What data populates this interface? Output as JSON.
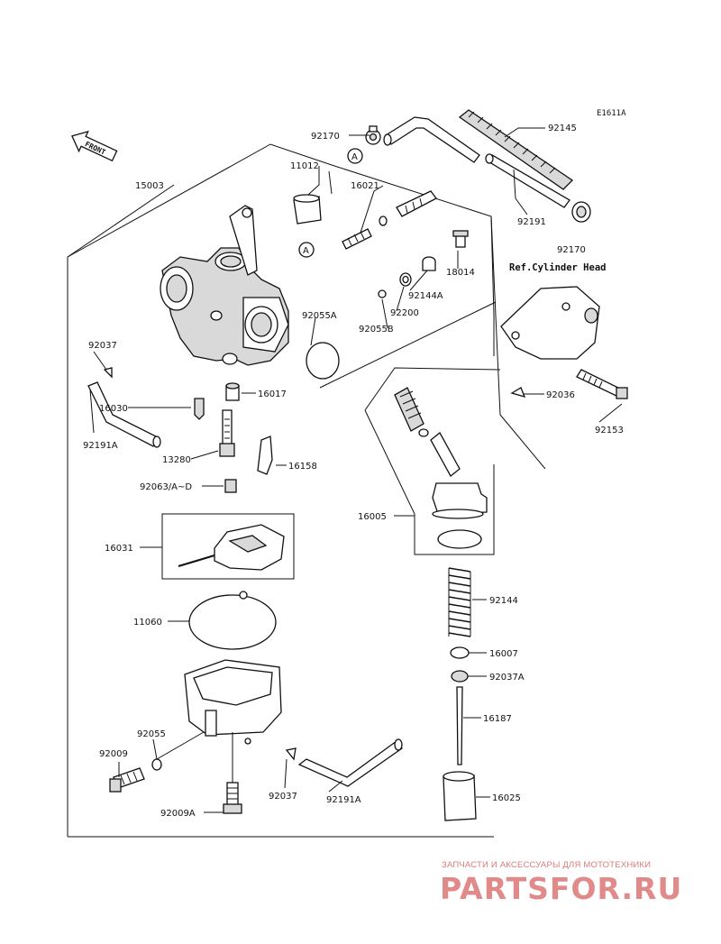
{
  "diagram": {
    "code": "E1611A",
    "front_label": "FRONT",
    "ref_label": "Ref.Cylinder Head",
    "callout_a": "A",
    "parts": [
      {
        "key": "p92170a",
        "label": "92170"
      },
      {
        "key": "p92145",
        "label": "92145"
      },
      {
        "key": "p15003",
        "label": "15003"
      },
      {
        "key": "p11012",
        "label": "11012"
      },
      {
        "key": "p16021",
        "label": "16021"
      },
      {
        "key": "p92191",
        "label": "92191"
      },
      {
        "key": "p92170b",
        "label": "92170"
      },
      {
        "key": "p18014",
        "label": "18014"
      },
      {
        "key": "p92144A",
        "label": "92144A"
      },
      {
        "key": "p92200",
        "label": "92200"
      },
      {
        "key": "p92055A",
        "label": "92055A"
      },
      {
        "key": "p92055B",
        "label": "92055B"
      },
      {
        "key": "p92037a",
        "label": "92037"
      },
      {
        "key": "p16030",
        "label": "16030"
      },
      {
        "key": "p16017",
        "label": "16017"
      },
      {
        "key": "p92191A_a",
        "label": "92191A"
      },
      {
        "key": "p13280",
        "label": "13280"
      },
      {
        "key": "p16158",
        "label": "16158"
      },
      {
        "key": "p92063",
        "label": "92063/A~D"
      },
      {
        "key": "p92036",
        "label": "92036"
      },
      {
        "key": "p92153",
        "label": "92153"
      },
      {
        "key": "p16005",
        "label": "16005"
      },
      {
        "key": "p16031",
        "label": "16031"
      },
      {
        "key": "p92144",
        "label": "92144"
      },
      {
        "key": "p11060",
        "label": "11060"
      },
      {
        "key": "p16007",
        "label": "16007"
      },
      {
        "key": "p92037A",
        "label": "92037A"
      },
      {
        "key": "p16187",
        "label": "16187"
      },
      {
        "key": "p92055",
        "label": "92055"
      },
      {
        "key": "p92009",
        "label": "92009"
      },
      {
        "key": "p92037b",
        "label": "92037"
      },
      {
        "key": "p92191A_b",
        "label": "92191A"
      },
      {
        "key": "p16025",
        "label": "16025"
      },
      {
        "key": "p92009A",
        "label": "92009A"
      }
    ]
  },
  "watermark": {
    "tagline": "ЗАПЧАСТИ И АКСЕССУАРЫ ДЛЯ МОТОТЕХНИКИ",
    "brand": "PARTSFOR.RU"
  }
}
